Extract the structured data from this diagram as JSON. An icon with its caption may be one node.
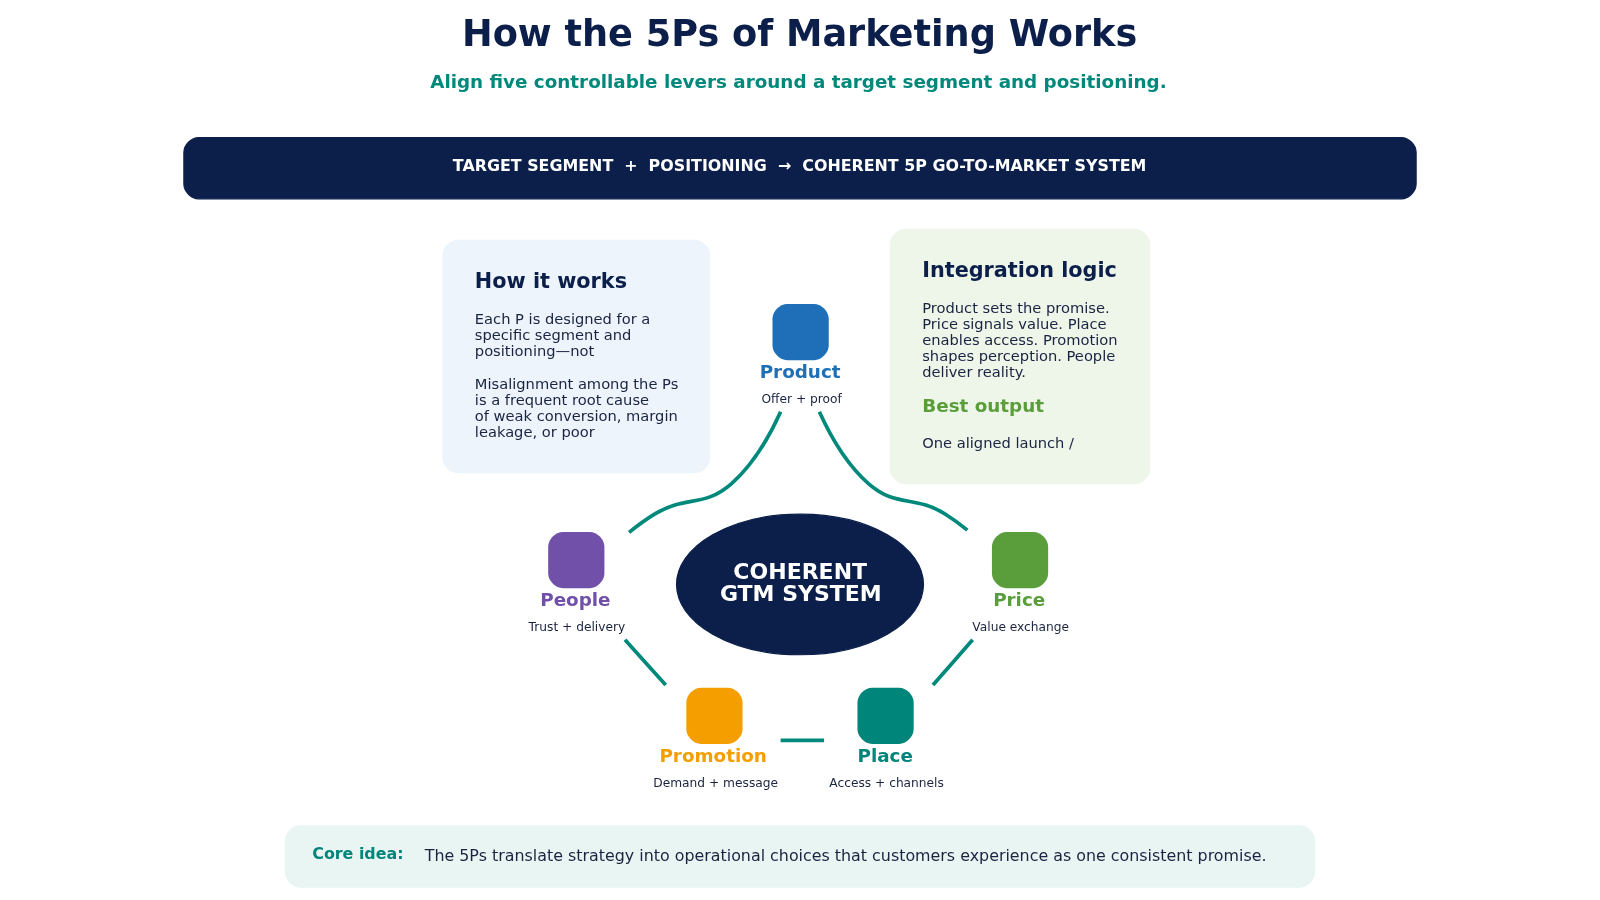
{
  "diagram": {
    "title": "How the 5Ps of Marketing Works",
    "nodes": [
      {
        "text": [
          "TARGET SEGMENT  +  POSITIONING  →  COHERENT 5P GO-TO-MARKET SYSTEM"
        ]
      },
      {
        "text": [
          "How it works",
          "Each P is designed for a specific segment and positioning—not",
          "Misalignment among the Ps is a frequent root cause of weak conversion, margin leakage, or poor"
        ]
      },
      {
        "text": [
          "Product",
          "Offer + proof"
        ]
      },
      {
        "text": [
          "Price",
          "Value exchange"
        ]
      },
      {
        "text": [
          "Place",
          "Access + channels"
        ]
      },
      {
        "text": [
          "Promotion",
          "Demand + message"
        ]
      },
      {
        "text": [
          "People",
          "Trust + delivery"
        ]
      },
      {
        "text": [
          "COHERENT GTM SYSTEM"
        ]
      },
      {
        "text": [
          "Integration logic",
          "Product sets the promise. Price signals value. Place enables access. Promotion shapes perception. People deliver reality.",
          "Best output",
          "One aligned launch /"
        ]
      },
      {
        "text": [
          "Core idea:",
          "The 5Ps translate strategy into operational choices that customers experience as one consistent promise."
        ]
      }
    ],
    "edges": [
      {
        "from": 2,
        "to": 3,
        "arrow": "none"
      },
      {
        "from": 3,
        "to": 4,
        "arrow": "none"
      },
      {
        "from": 4,
        "to": 5,
        "arrow": "none"
      },
      {
        "from": 5,
        "to": 6,
        "arrow": "none"
      },
      {
        "from": 6,
        "to": 2,
        "arrow": "none"
      }
    ],
    "labels": [
      "Align five controllable levers around a target segment and positioning."
    ]
  }
}
